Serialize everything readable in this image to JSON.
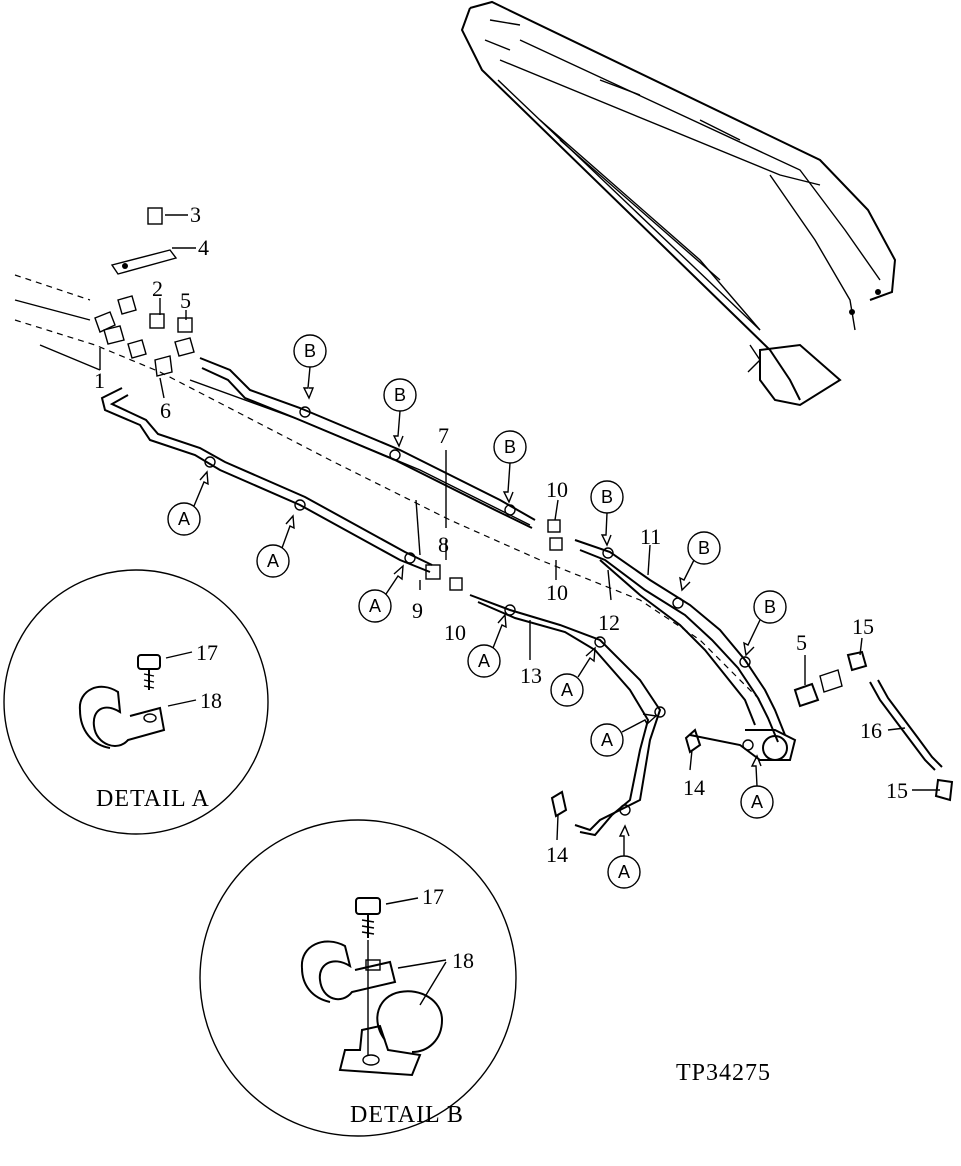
{
  "figure_id": "TP34275",
  "details": {
    "a": {
      "caption": "DETAIL  A",
      "bolt_label": "17",
      "clamp_label": "18"
    },
    "b": {
      "caption": "DETAIL  B",
      "bolt_label": "17",
      "clamp_label": "18"
    }
  },
  "callouts": {
    "a": "A",
    "b": "B"
  },
  "part_labels": {
    "p1": "1",
    "p2": "2",
    "p3": "3",
    "p4": "4",
    "p5a": "5",
    "p5b": "5",
    "p6": "6",
    "p7": "7",
    "p8": "8",
    "p9": "9",
    "p10a": "10",
    "p10b": "10",
    "p10c": "10",
    "p11": "11",
    "p12": "12",
    "p13": "13",
    "p14a": "14",
    "p14b": "14",
    "p15a": "15",
    "p15b": "15",
    "p16": "16"
  }
}
